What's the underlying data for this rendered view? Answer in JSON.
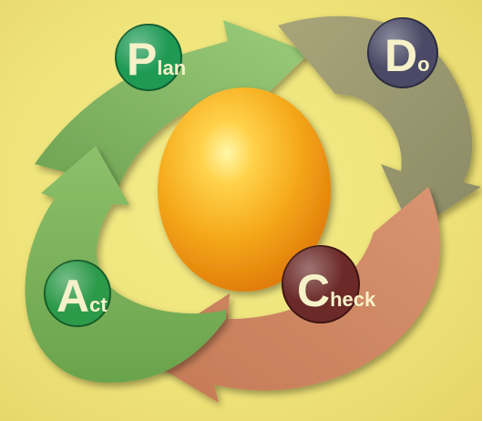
{
  "cycle": {
    "plan": {
      "initial": "P",
      "rest": "lan",
      "color": "#1f9a55"
    },
    "do": {
      "initial": "D",
      "rest": "o",
      "color": "#4a4a66"
    },
    "check": {
      "initial": "C",
      "rest": "heck",
      "color": "#6b2a28"
    },
    "act": {
      "initial": "A",
      "rest": "ct",
      "color": "#2d9a4a"
    }
  },
  "arrow_colors": {
    "plan_arrow": "#86b466",
    "do_arrow": "#9a9a6e",
    "check_arrow": "#cf8a62",
    "act_arrow": "#7eb159"
  },
  "center_sphere_color": "#f5a81a"
}
